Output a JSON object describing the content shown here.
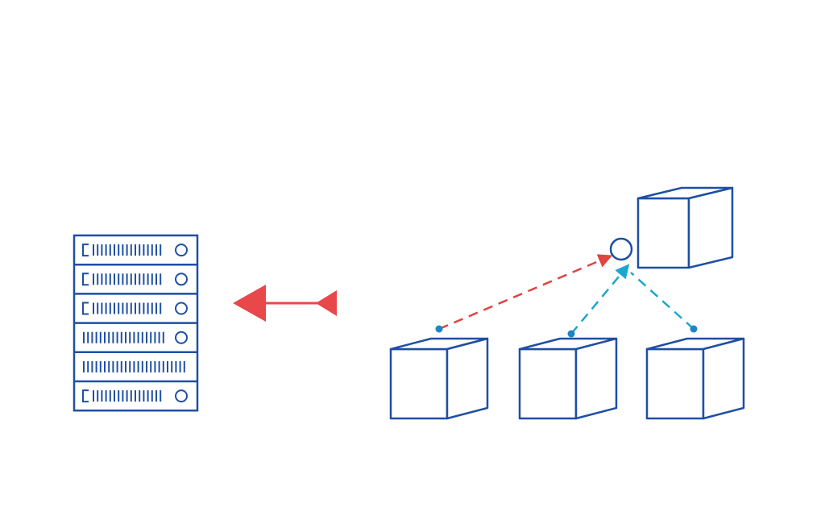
{
  "colors": {
    "background": "#ffffff",
    "outline": "#1f4fa3",
    "arrow": "#e8484a",
    "link_red": "#e0443f",
    "link_teal": "#1aa7cf",
    "node_dot": "#1f84c4"
  },
  "icons": {
    "server": "server-rack-icon",
    "arrow": "left-arrow-icon",
    "cube": "cube-icon",
    "hub": "hub-node-icon"
  },
  "server_rack": {
    "units": 6,
    "indicator_units": [
      0,
      1,
      2,
      3,
      5
    ],
    "bracket_units": [
      0,
      1,
      2,
      5
    ]
  },
  "links": [
    {
      "from": "cube-left",
      "to": "hub-node",
      "style": "dashed",
      "color": "link_red",
      "arrowhead": true
    },
    {
      "from": "cube-middle",
      "to": "hub-node",
      "style": "dashed",
      "color": "link_teal",
      "arrowhead": true
    },
    {
      "from": "cube-right",
      "to": "hub-node",
      "style": "dashed",
      "color": "link_teal",
      "arrowhead": false
    }
  ]
}
